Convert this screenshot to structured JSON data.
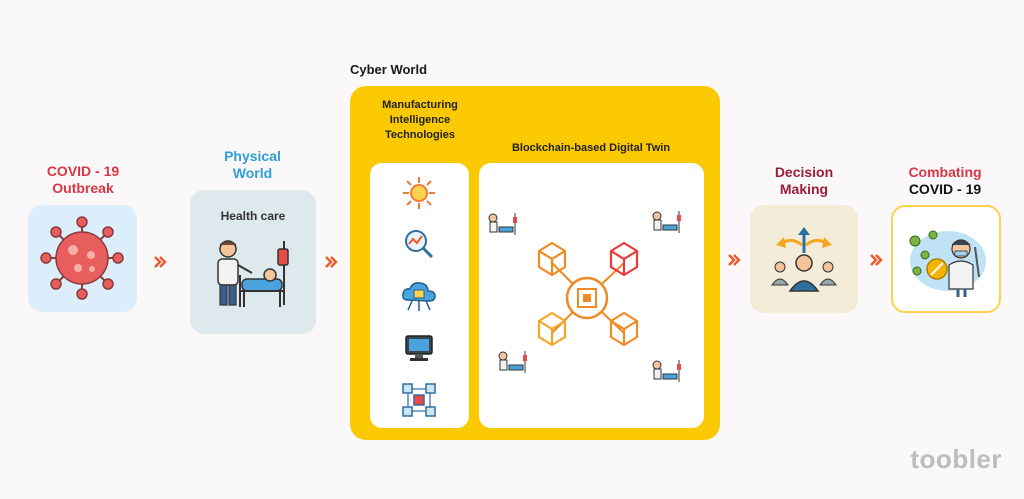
{
  "stages": {
    "covid": {
      "line1": "COVID - 19",
      "line2": "Outbreak"
    },
    "physical": {
      "line1": "Physical",
      "line2": "World",
      "card_label": "Health care"
    },
    "cyber": {
      "title": "Cyber World",
      "mit": {
        "line1": "Manufacturing",
        "line2": "Intelligence",
        "line3": "Technologies"
      },
      "bdt": {
        "title": "Blockchain-based Digital Twin"
      }
    },
    "decision": {
      "line1": "Decision",
      "line2": "Making"
    },
    "combating": {
      "line1": "Combating",
      "line2": "COVID - 19"
    }
  },
  "brand": "toobler",
  "colors": {
    "red_label": "#d93646",
    "blue_label": "#2d9fd6",
    "maroon_label": "#9b1d3a",
    "cyber_yellow": "#fbc901",
    "arrow_orange": "#f05a28"
  }
}
